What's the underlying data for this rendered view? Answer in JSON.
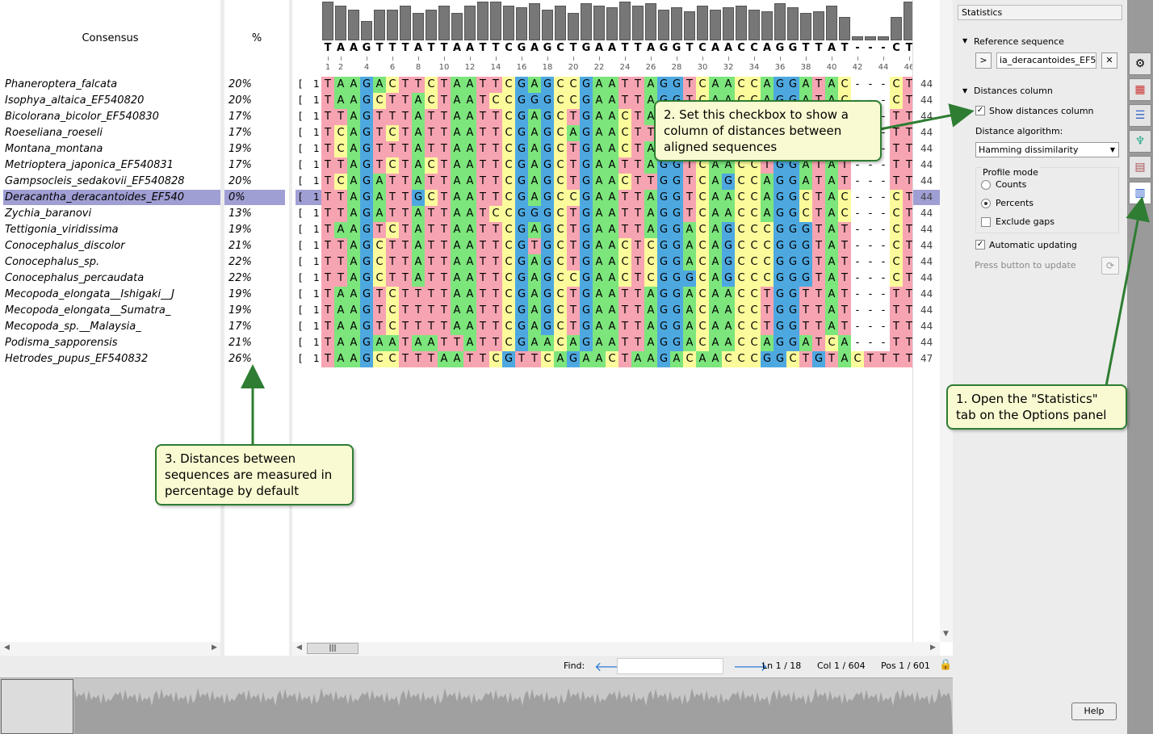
{
  "names_panel": {
    "header": "Consensus",
    "sequences": [
      "Phaneroptera_falcata",
      "Isophya_altaica_EF540820",
      "Bicolorana_bicolor_EF540830",
      "Roeseliana_roeseli",
      "Montana_montana",
      "Metrioptera_japonica_EF540831",
      "Gampsocleis_sedakovii_EF540828",
      "Deracantha_deracantoides_EF540",
      "Zychia_baranovi",
      "Tettigonia_viridissima",
      "Conocephalus_discolor",
      "Conocephalus_sp.",
      "Conocephalus_percaudata",
      "Mecopoda_elongata__Ishigaki__J",
      "Mecopoda_elongata__Sumatra_",
      "Mecopoda_sp.__Malaysia_",
      "Podisma_sapporensis",
      "Hetrodes_pupus_EF540832"
    ],
    "selected_index": 7
  },
  "distances_panel": {
    "header": "%",
    "values": [
      "20%",
      "20%",
      "17%",
      "17%",
      "19%",
      "17%",
      "20%",
      "0%",
      "13%",
      "19%",
      "21%",
      "22%",
      "22%",
      "19%",
      "19%",
      "17%",
      "21%",
      "26%"
    ]
  },
  "alignment": {
    "start_bracket": "[",
    "start_pos": "1",
    "consensus": "TAAGTTTATTAATTCGAGCTGAATTAGGTCAACCAGGTTAT---CT",
    "ruler_ticks": [
      "1",
      "2",
      "4",
      "6",
      "8",
      "10",
      "12",
      "14",
      "16",
      "18",
      "20",
      "22",
      "24",
      "26",
      "28",
      "30",
      "32",
      "34",
      "36",
      "38",
      "40",
      "42",
      "44",
      "46"
    ],
    "consensus_heights": [
      1.0,
      0.9,
      0.8,
      0.5,
      0.8,
      0.8,
      0.9,
      0.7,
      0.8,
      0.9,
      0.7,
      0.9,
      1.0,
      1.0,
      0.9,
      0.85,
      0.95,
      0.8,
      0.9,
      0.7,
      0.95,
      0.9,
      0.85,
      1.0,
      0.9,
      0.95,
      0.8,
      0.85,
      0.75,
      0.9,
      0.8,
      0.85,
      0.9,
      0.8,
      0.75,
      0.95,
      0.85,
      0.7,
      0.75,
      0.9,
      0.6,
      0.1,
      0.1,
      0.1,
      0.6,
      1.0
    ],
    "rows": [
      "TAAGACTTCTAATTCGAGCCGAATTAGGTCAACCAGGATAC---CT",
      "TAAGCTTACTAATCCGGGCCGAATTAGGTCAACCAGGATAC---CT",
      "TTAGTTTATTAATTCGAGCTGAACTAGGTCAACCAGGGTAT---TT",
      "TCAGTCTATTAATTCGAGCAGAACTTGGTCAACCAGGATAT---TT",
      "TCAGTTTATTAATTCGAGCTGAACTAGGTCAACCAGGATAT---TT",
      "TTAGTCTACTAATTCGAGCTGAATTAGGTCAACCTGGATAT---TT",
      "TCAGATTATTAATTCGAGCTGAACTTGGTCAGCCAGGATAT---TT",
      "TTAGATTGCTAATTCGAGCCGAATTAGGTCAACCAGGCTAC---CT",
      "TTAGATTATTAATCCGGGCTGAATTAGGTCAACCAGGCTAC---CT",
      "TAAGTCTATTAATTCGAGCTGAATTAGGACAGCCCGGGTAT---CT",
      "TTAGCTTATTAATTCGTGCTGAACTCGGACAGCCCGGGTAT---CT",
      "TTAGCTTATTAATTCGAGCTGAACTCGGACAGCCCGGGTAT---CT",
      "TTAGCTTATTAATTCGAGCCGAACTCGGGCAGCCCGGGTAT---CT",
      "TAAGTCTTTTAATTCGAGCTGAATTAGGACAACCTGGTTAT---TT",
      "TAAGTCTTTTAATTCGAGCTGAATTAGGACAACCTGGTTAT---TT",
      "TAAGTCTTTTAATTCGAGCTGAATTAGGACAACCTGGTTAT---TT",
      "TAAGAATAATTATTCGAACAGAATTAGGACAACCAGGATCA---TT",
      "TAAGCCTTTAATTCGTTCAGAACTAAGACAACCCGGCTGTACTTTT"
    ],
    "end_positions": [
      "44",
      "44",
      "44",
      "44",
      "44",
      "44",
      "44",
      "44",
      "44",
      "44",
      "44",
      "44",
      "44",
      "44",
      "44",
      "44",
      "44",
      "47"
    ],
    "base_colors": {
      "A": "#7ce57c",
      "C": "#fbfb9b",
      "G": "#4ea8e0",
      "T": "#f7a4b2",
      "-": "#ffffff"
    }
  },
  "find_bar": {
    "find_label": "Find:",
    "find_value": "",
    "ln": "Ln 1 / 18",
    "col": "Col 1 / 604",
    "pos": "Pos 1 / 601"
  },
  "options_panel": {
    "title": "Statistics",
    "reference_section": "Reference sequence",
    "reference_value": "ia_deracantoides_EF540",
    "distances_section": "Distances column",
    "show_distances_label": "Show distances column",
    "show_distances_checked": true,
    "algorithm_label": "Distance algorithm:",
    "algorithm_value": "Hamming dissimilarity",
    "profile_mode_label": "Profile mode",
    "counts_label": "Counts",
    "percents_label": "Percents",
    "profile_mode_selected": "Percents",
    "exclude_gaps_label": "Exclude gaps",
    "exclude_gaps_checked": false,
    "auto_update_label": "Automatic updating",
    "auto_update_checked": true,
    "press_button_label": "Press button to update",
    "help_label": "Help"
  },
  "tab_strip": {
    "tabs": [
      "settings-icon",
      "colors-icon",
      "layout-icon",
      "tree-icon",
      "export-icon",
      "statistics-icon"
    ],
    "active": "statistics-icon"
  },
  "callouts": {
    "one": "1. Open the \"Statistics\" tab on the Options panel",
    "two": "2. Set this checkbox to show a column of distances between aligned sequences",
    "three": "3. Distances between sequences are measured in percentage by default"
  }
}
